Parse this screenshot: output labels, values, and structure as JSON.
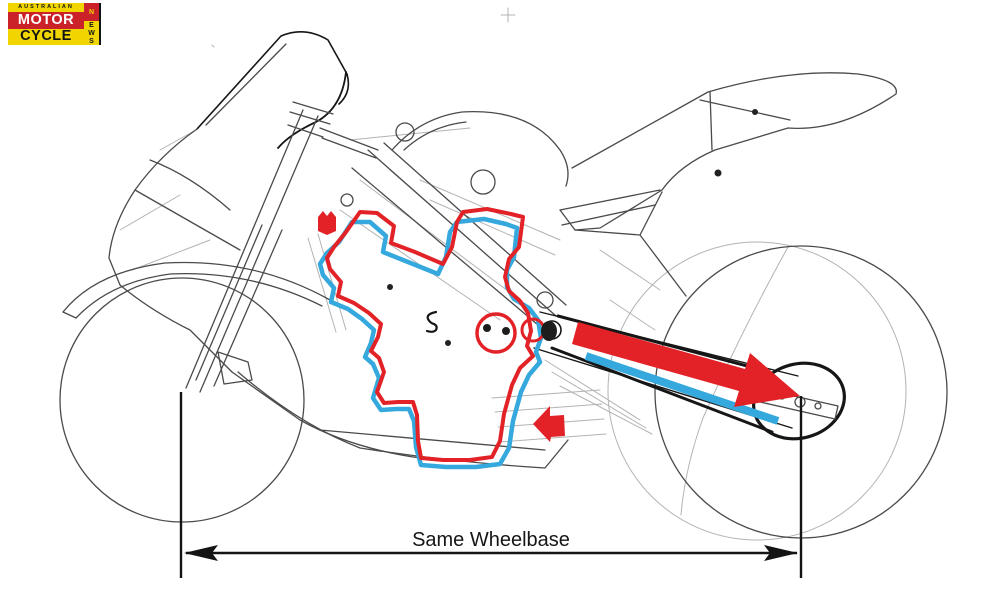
{
  "logo": {
    "top_text": "AUSTRALIAN",
    "line1": "MOTOR",
    "line2": "CYCLE",
    "vertical_letters": [
      "N",
      "E",
      "W",
      "S"
    ],
    "colors": {
      "yellow": "#F0D500",
      "red": "#CB2229",
      "dark": "#141414",
      "motor_text": "#FFFFFF"
    }
  },
  "diagram": {
    "wheelbase_label": "Same Wheelbase",
    "highlight_colors": {
      "engine_outline_red": "#E32227",
      "engine_outline_blue": "#35A8DD",
      "line_art": "#4a4a4a"
    },
    "markers": {
      "long_arrow": "swingarm-length-arrow",
      "short_arrow": "engine-shift-arrow",
      "square_marker": "front-mount-marker",
      "sprocket_circles": "sprocket-highlight-circles"
    }
  }
}
